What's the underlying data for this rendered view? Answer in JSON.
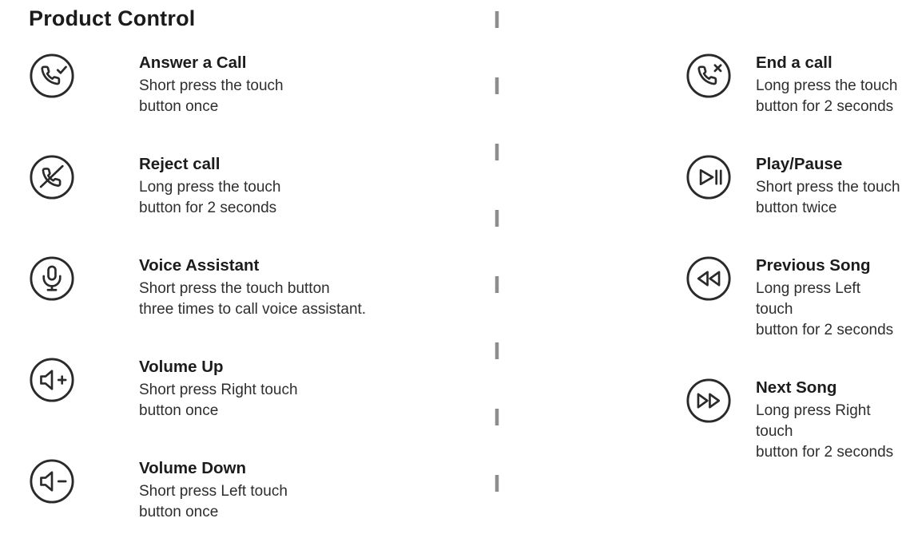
{
  "page": {
    "title": "Product Control"
  },
  "colors": {
    "ink": "#2b2b2b",
    "divider": "#8d8d8d"
  },
  "columns": {
    "left": [
      {
        "icon": "answer-call-icon",
        "title": "Answer a Call",
        "desc": "Short press the touch\nbutton once"
      },
      {
        "icon": "reject-call-icon",
        "title": "Reject call",
        "desc": "Long press the touch\nbutton for 2 seconds"
      },
      {
        "icon": "voice-assistant-icon",
        "title": "Voice Assistant",
        "desc": "Short press the touch button\nthree times to call voice assistant."
      },
      {
        "icon": "volume-up-icon",
        "title": "Volume Up",
        "desc": "Short press Right touch\nbutton once"
      },
      {
        "icon": "volume-down-icon",
        "title": "Volume Down",
        "desc": "Short press Left touch\nbutton once"
      }
    ],
    "right": [
      {
        "icon": "end-call-icon",
        "title": "End a call",
        "desc": "Long press the touch\nbutton for 2 seconds"
      },
      {
        "icon": "play-pause-icon",
        "title": "Play/Pause",
        "desc": "Short press the touch\nbutton twice"
      },
      {
        "icon": "previous-song-icon",
        "title": "Previous Song",
        "desc": "Long press Left touch\nbutton for 2 seconds"
      },
      {
        "icon": "next-song-icon",
        "title": "Next Song",
        "desc": "Long press Right touch\nbutton for 2 seconds"
      }
    ]
  }
}
